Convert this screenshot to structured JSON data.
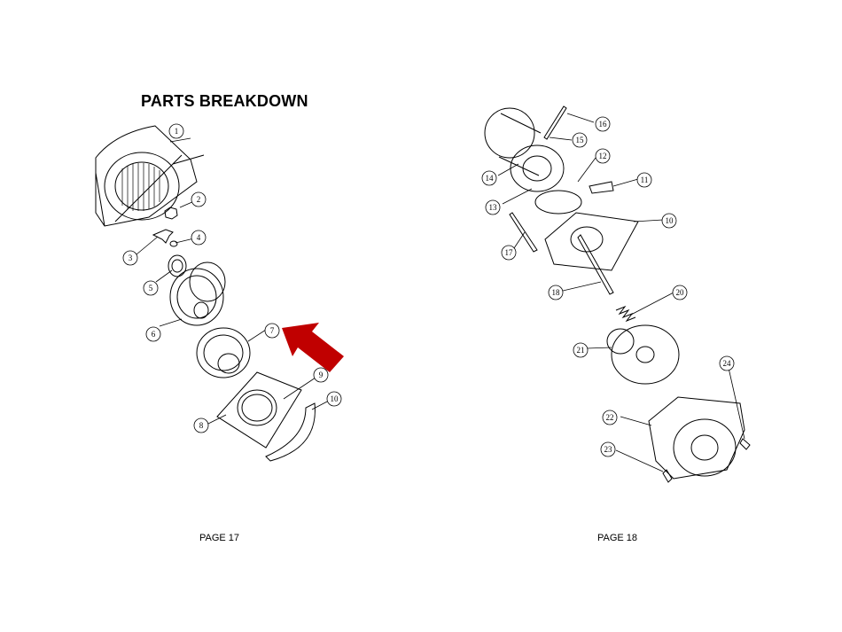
{
  "left_page": {
    "title": "PARTS BREAKDOWN",
    "page_label": "PAGE 17",
    "callouts": [
      "1",
      "2",
      "3",
      "4",
      "5",
      "6",
      "7",
      "8",
      "9",
      "10"
    ]
  },
  "right_page": {
    "page_label": "PAGE 18",
    "callouts": [
      "11",
      "12",
      "13",
      "14",
      "15",
      "16",
      "17",
      "18",
      "20",
      "21",
      "22",
      "23",
      "24",
      "10"
    ]
  },
  "colors": {
    "arrow": "#c00000",
    "ink": "#000000",
    "paper": "#ffffff"
  }
}
